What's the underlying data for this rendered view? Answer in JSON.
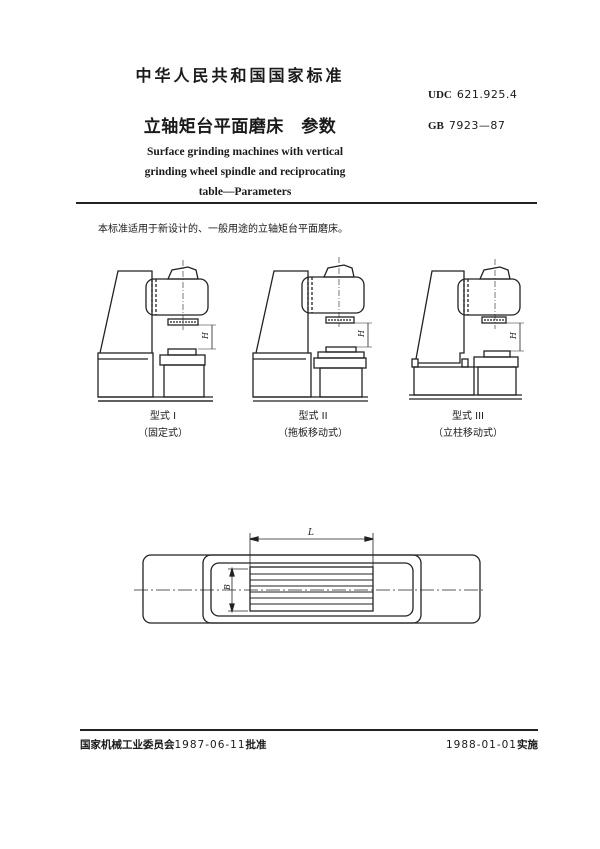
{
  "header": {
    "national_standard": "中华人民共和国国家标准",
    "title_cn": "立轴矩台平面磨床　参数",
    "title_en_lines": [
      "Surface grinding machines with vertical",
      "grinding wheel spindle and reciprocating",
      "table—Parameters"
    ],
    "udc_label": "UDC",
    "udc_value": "621.925.4",
    "gb_label": "GB",
    "gb_value": "7923—87"
  },
  "scope_text": "本标准适用于新设计的、一般用途的立轴矩台平面磨床。",
  "figures": {
    "types": [
      {
        "label": "型式 I",
        "subtitle": "（固定式）",
        "dimension": "H"
      },
      {
        "label": "型式 II",
        "subtitle": "（拖板移动式）",
        "dimension": "H"
      },
      {
        "label": "型式 III",
        "subtitle": "（立柱移动式）",
        "dimension": "H"
      }
    ],
    "table_dimensions": {
      "length": "L",
      "width": "B"
    }
  },
  "footer": {
    "approved_by": "国家机械工业委员会",
    "approved_date": "1987-06-11",
    "approved_suffix": "批准",
    "effective_date": "1988-01-01",
    "effective_suffix": "实施"
  }
}
